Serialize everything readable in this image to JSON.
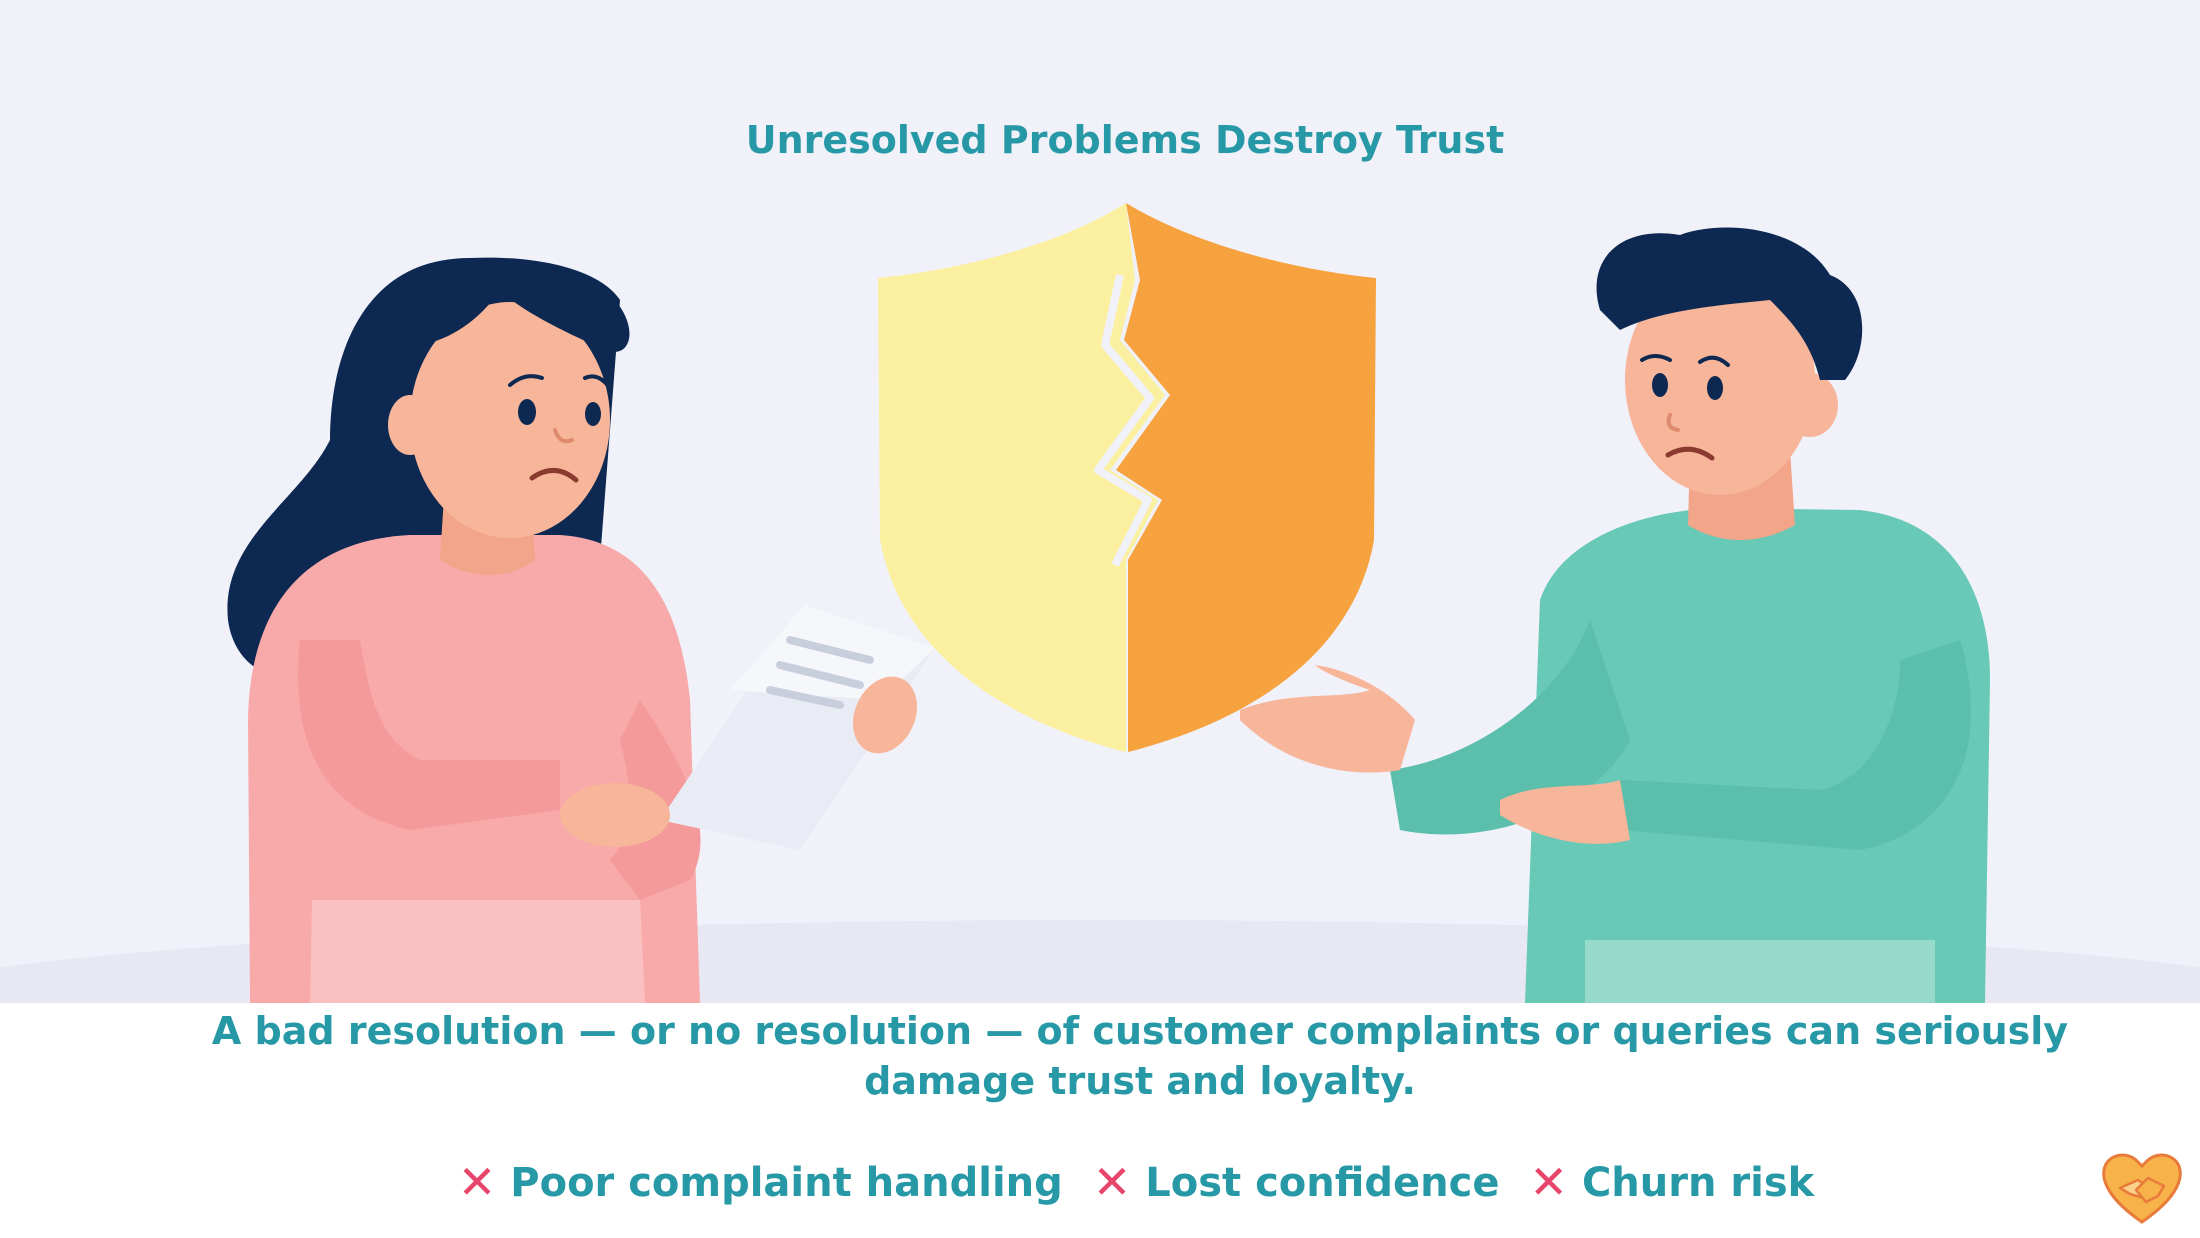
{
  "title": "Unresolved Problems Destroy Trust",
  "caption": "A bad resolution — or no resolution — of customer complaints or queries can seriously damage trust and loyalty.",
  "tags": [
    {
      "mark": "✕",
      "label": "Poor complaint handling"
    },
    {
      "mark": "✕",
      "label": "Lost confidence"
    },
    {
      "mark": "✕",
      "label": "Churn risk"
    }
  ],
  "colors": {
    "accent": "#2698a6",
    "cross": "#e8456a",
    "shield_left": "#fbefa0",
    "shield_right": "#f6a23e",
    "woman_sweater": "#f8a9a9",
    "man_sweater": "#67c9b6",
    "hair": "#0d2851",
    "skin": "#f7b59a",
    "background": "#f1f1fa"
  },
  "icons": [
    "broken-shield-icon",
    "handshake-heart-logo"
  ]
}
